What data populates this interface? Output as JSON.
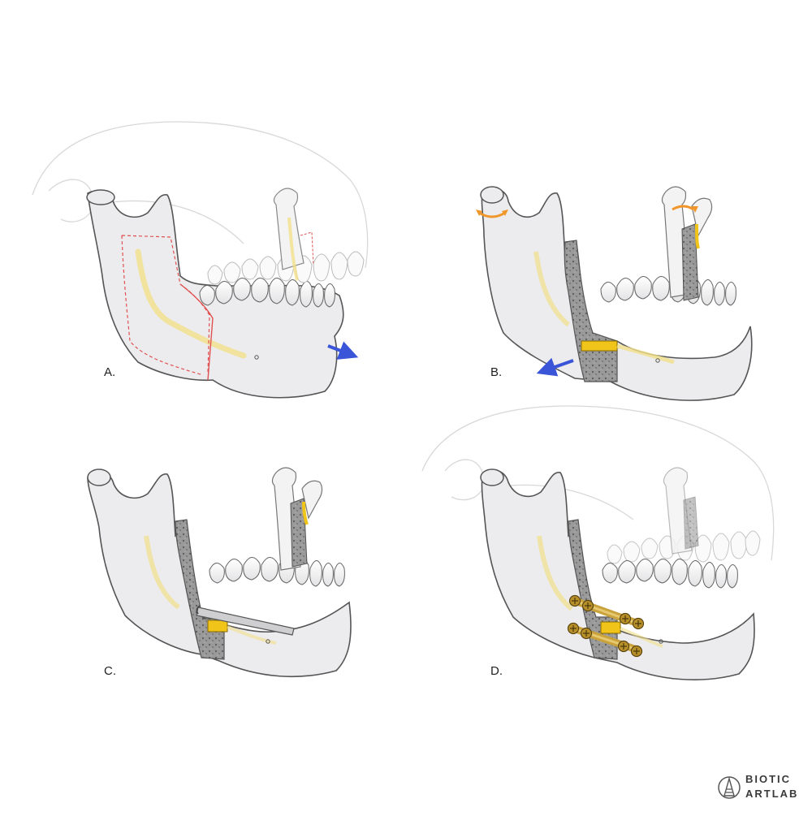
{
  "panels": [
    {
      "id": "A",
      "label": "A."
    },
    {
      "id": "B",
      "label": "B."
    },
    {
      "id": "C",
      "label": "C."
    },
    {
      "id": "D",
      "label": "D."
    }
  ],
  "logo": {
    "line1": "BIOTIC",
    "line2": "ARTLAB"
  },
  "colors": {
    "bone": "#ececee",
    "outline": "#555555",
    "skull_ghost": "#d6d6d8",
    "nerve": "#f2e08a",
    "nerve_bright": "#f0c419",
    "cancellous": "#8c8c8c",
    "cut_line": "#e05050",
    "arrow_blue": "#3a55d8",
    "arrow_orange": "#f0962a",
    "plate_gold": "#c9a23c"
  }
}
